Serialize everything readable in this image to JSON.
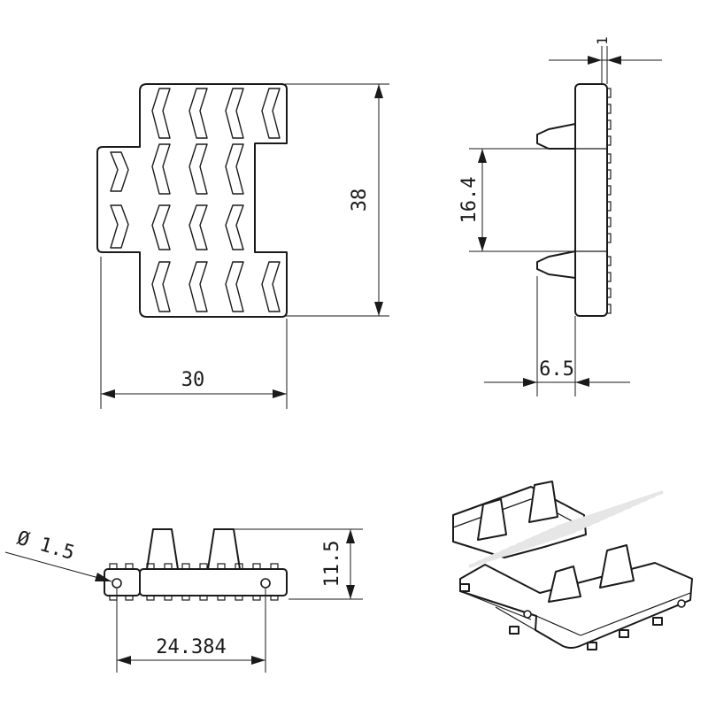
{
  "dimensions": {
    "width": "30",
    "height": "38",
    "gap": "16.4",
    "thickness": "6.5",
    "small": "1",
    "overall_height": "11.5",
    "pitch": "24.384",
    "hole_diameter": "Ø 1.5"
  }
}
